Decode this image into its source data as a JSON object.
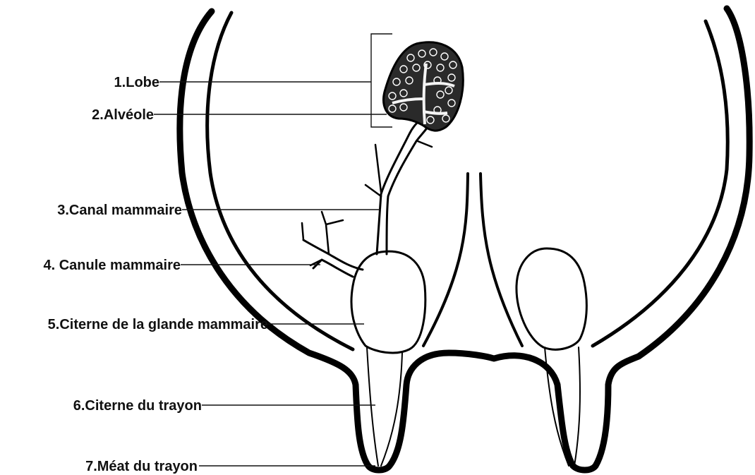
{
  "labels": {
    "lobe": "1.Lobe",
    "alveole": "2.Alvéole",
    "canal": "3.Canal mammaire",
    "canule": "4. Canule mammaire",
    "citerne_glande": "5.Citerne de la glande mammaire",
    "citerne_trayon": "6.Citerne du trayon",
    "meat": "7.Méat du trayon"
  },
  "colors": {
    "ink": "#111111",
    "background": "#ffffff"
  }
}
